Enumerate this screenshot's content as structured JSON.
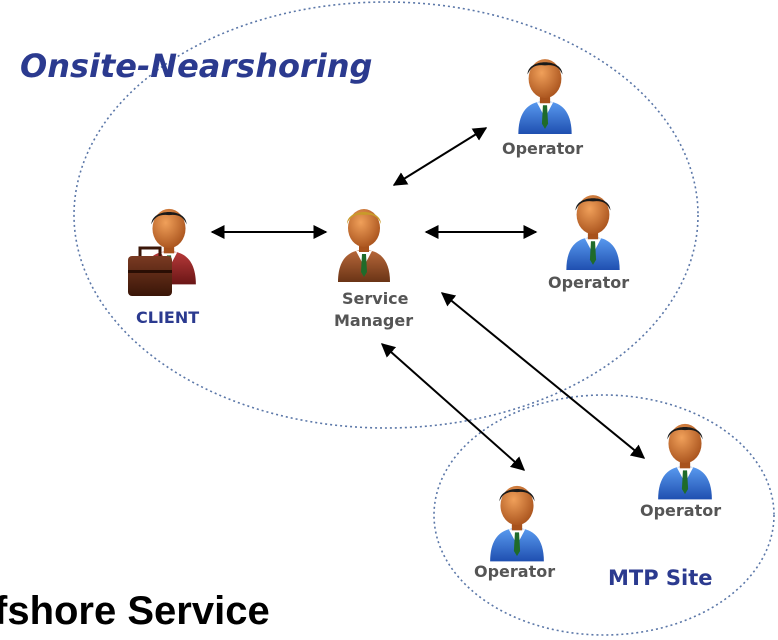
{
  "diagram": {
    "title": "Onsite-Nearshoring",
    "offshore_caption": "fshore Service",
    "mtp_site_label": "MTP Site",
    "people": {
      "client": {
        "label": "CLIENT",
        "icon": "businessman-with-briefcase-icon"
      },
      "service_manager": {
        "label_line1": "Service",
        "label_line2": "Manager",
        "icon": "manager-person-icon"
      },
      "operator_top": {
        "label": "Operator",
        "icon": "operator-person-icon"
      },
      "operator_middle": {
        "label": "Operator",
        "icon": "operator-person-icon"
      },
      "operator_mtp_left": {
        "label": "Operator",
        "icon": "operator-person-icon"
      },
      "operator_mtp_right": {
        "label": "Operator",
        "icon": "operator-person-icon"
      }
    },
    "colors": {
      "title": "#2b3a8f",
      "client_label": "#2b3a8f",
      "mtp_label": "#2b3a8f",
      "person_label": "#555555",
      "dotted_boundary": "#5b77a8",
      "operator_suit": "#2f6fd0",
      "manager_suit": "#8a4a26",
      "client_suit": "#8a2424"
    }
  }
}
